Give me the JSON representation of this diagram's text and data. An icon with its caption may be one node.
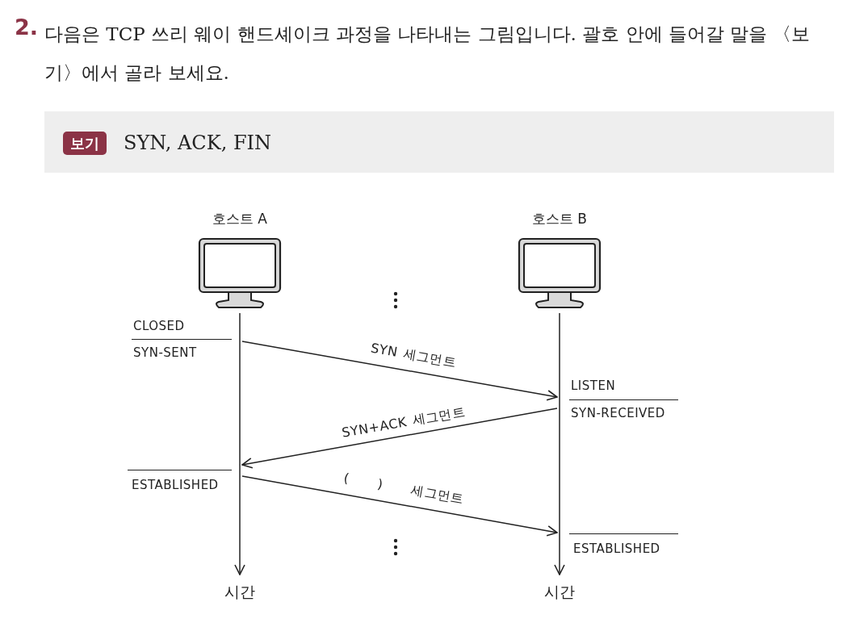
{
  "diagram": {
    "title": "다음은 TCP 쓰리 웨이 핸드셰이크 과정을 나타내는 그림입니다. 괄호 안에 들어갈 말을 〈보기〉에서 골라 보세요.",
    "nodes": [
      {
        "text": [
          "호스트 A"
        ]
      },
      {
        "text": [
          "호스트 B"
        ]
      },
      {
        "text": [
          "CLOSED",
          "SYN-SENT"
        ]
      },
      {
        "text": [
          "LISTEN",
          "SYN-RECEIVED"
        ]
      },
      {
        "text": [
          "ESTABLISHED"
        ]
      },
      {
        "text": [
          "ESTABLISHED"
        ]
      },
      {
        "text": [
          "시간"
        ]
      },
      {
        "text": [
          "시간"
        ]
      }
    ],
    "edges": [
      {
        "from": 0,
        "to": 6,
        "arrow": "to"
      },
      {
        "from": 1,
        "to": 7,
        "arrow": "to"
      },
      {
        "from": 2,
        "to": 3,
        "arrow": "to",
        "label": "SYN 세그먼트"
      },
      {
        "from": 3,
        "to": 4,
        "arrow": "to",
        "label": "SYN+ACK 세그먼트"
      },
      {
        "from": 4,
        "to": 5,
        "arrow": "to",
        "label": "( ) 세그먼트"
      }
    ],
    "labels": [
      "2.",
      "보기",
      "SYN, ACK, FIN"
    ]
  }
}
